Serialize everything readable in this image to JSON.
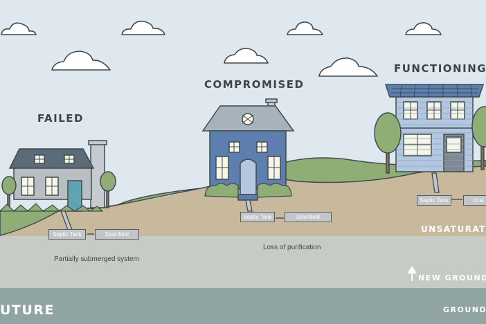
{
  "labels": {
    "failed": "FAILED",
    "compromised": "COMPROMISED",
    "functioning": "FUNCTIONING"
  },
  "captions": {
    "partially_submerged": "Partially submerged system",
    "loss_of_purification": "Loss of purification"
  },
  "components": {
    "septic_tank": "Septic Tank",
    "drainfield": "Drainfield",
    "drainfield_cut": "Drai"
  },
  "zones": {
    "unsaturated": "UNSATURATED",
    "new_groundwater": "NEW GROUNDW",
    "future": "UTURE",
    "groundwater": "GROUNDW"
  },
  "colors": {
    "sky": "#dfe8ee",
    "grass": "#8fae76",
    "soil": "#c8b89c",
    "groundwater_new": "#c6cbc6",
    "groundwater": "#91a4a4",
    "house_failed": "#b9bec2",
    "house_compromised": "#5d7fb0",
    "house_functioning": "#b3c8e0"
  }
}
